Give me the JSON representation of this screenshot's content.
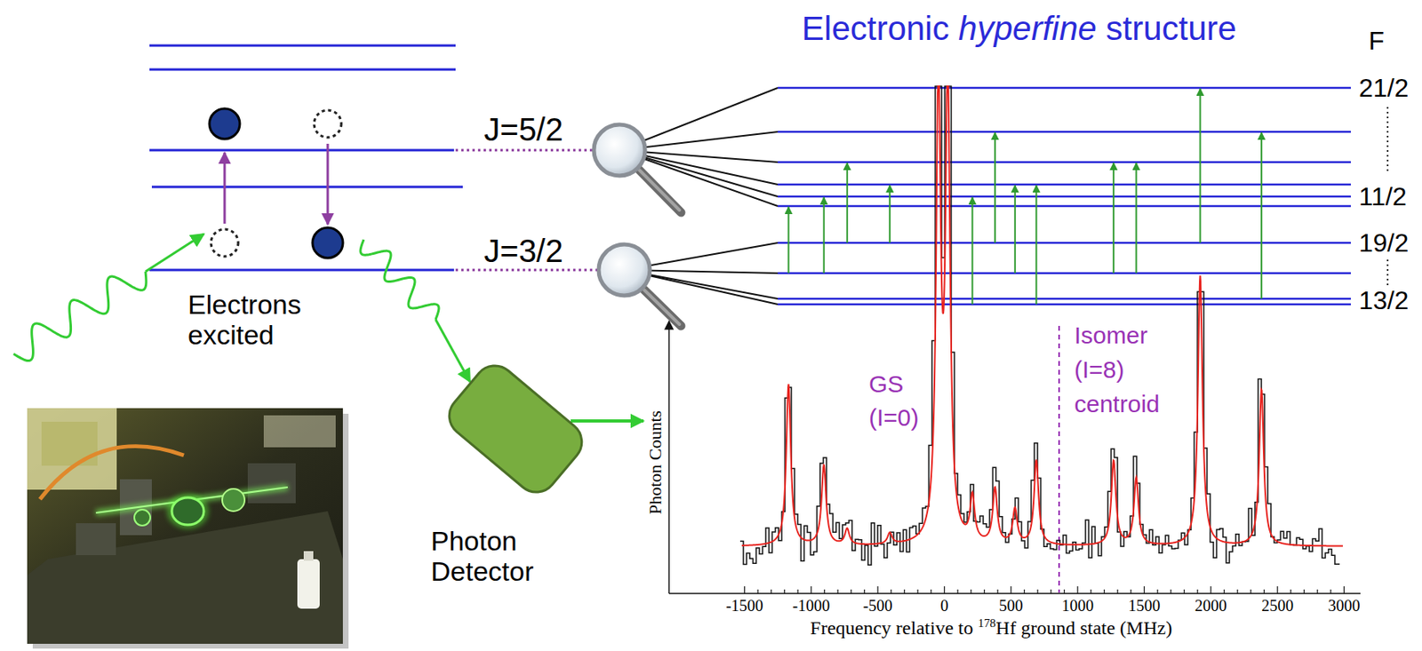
{
  "diagram": {
    "title": "Electronic hyperfine structure",
    "nodes": [
      {
        "text": [
          "Photon Detector"
        ]
      }
    ],
    "labels": [
      "J=5/2",
      "J=3/2",
      "Electrons excited",
      "F",
      "21/2",
      "11/2",
      "19/2",
      "13/2",
      "GS (I=0)",
      "Isomer (I=8) centroid",
      "Photon Counts",
      "-1500",
      "-1000",
      "-500",
      "0",
      "500",
      "1000",
      "1500",
      "2000",
      "2500",
      "3000",
      "Frequency relative to 178Hf ground state (MHz)"
    ]
  }
}
